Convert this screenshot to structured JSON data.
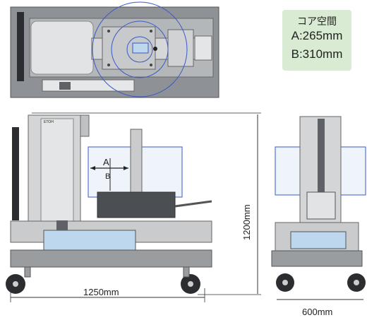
{
  "spec_box": {
    "title": "コア空間",
    "line_a": "A:265mm",
    "line_b": "B:310mm",
    "bg_color": "#d9ecd3"
  },
  "labels": {
    "brand": "ETOH",
    "label_a": "A",
    "label_b": "B",
    "height_dim": "1200mm",
    "width_dim": "1250mm",
    "depth_dim": "600mm"
  },
  "colors": {
    "frame_gray": "#9a9da0",
    "dark_gray": "#5e6266",
    "panel_gray": "#c9cbcd",
    "light_blue": "#bcd7ee",
    "outline_blue": "#3a59c9"
  }
}
